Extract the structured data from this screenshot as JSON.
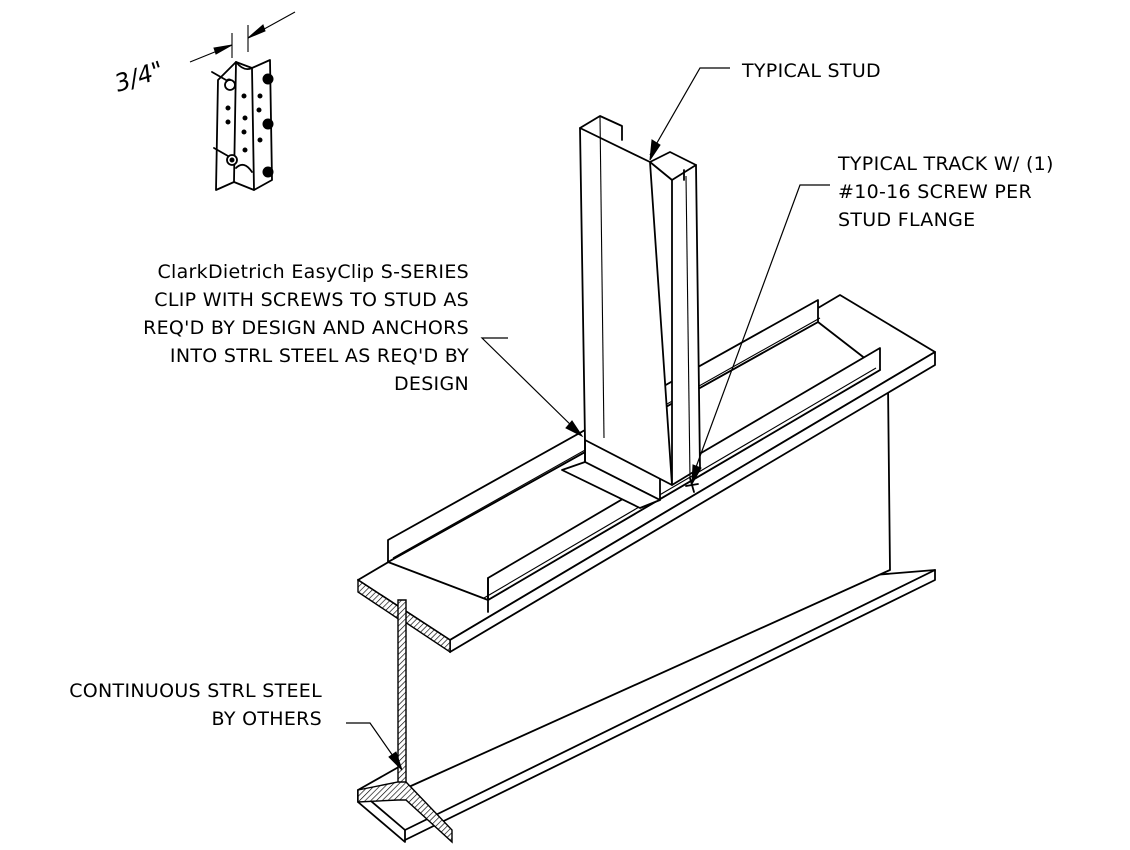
{
  "drawing": {
    "labels": {
      "clip_dimension": "3/4\"",
      "typical_stud": "TYPICAL STUD",
      "typical_track": [
        "TYPICAL TRACK W/ (1)",
        "#10-16 SCREW PER",
        "STUD FLANGE"
      ],
      "easyclip": [
        "ClarkDietrich EasyClip S-SERIES",
        "CLIP WITH SCREWS TO STUD AS",
        "REQ'D BY DESIGN AND ANCHORS",
        "INTO STRL STEEL AS REQ'D BY",
        "DESIGN"
      ],
      "continuous_steel": [
        "CONTINUOUS STRL STEEL",
        "BY OTHERS"
      ]
    },
    "colors": {
      "line": "#000000",
      "background": "#ffffff"
    }
  }
}
